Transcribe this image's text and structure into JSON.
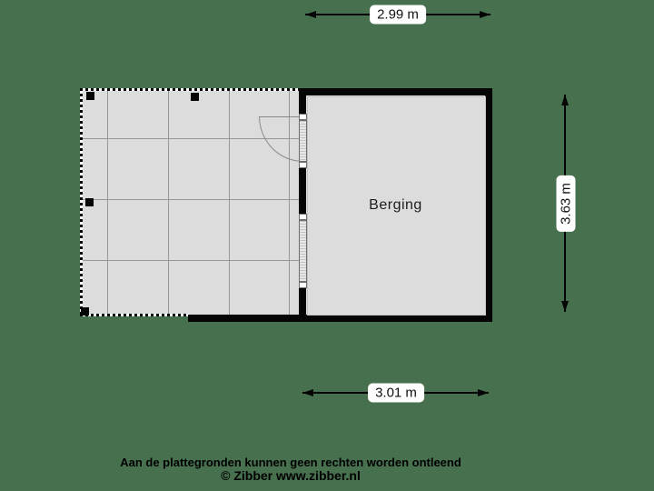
{
  "plan": {
    "room": {
      "label": "Berging"
    },
    "dimensions": {
      "top": "2.99 m",
      "right": "3.63 m",
      "bottom": "3.01 m"
    },
    "colors": {
      "background": "#47704F",
      "floor": "#DCDCDC",
      "wall": "#050505",
      "dimension_label_bg": "#FFFFFF"
    }
  },
  "footer": {
    "disclaimer": "Aan de plattegronden kunnen geen rechten worden ontleend",
    "copyright": "© Zibber www.zibber.nl"
  }
}
